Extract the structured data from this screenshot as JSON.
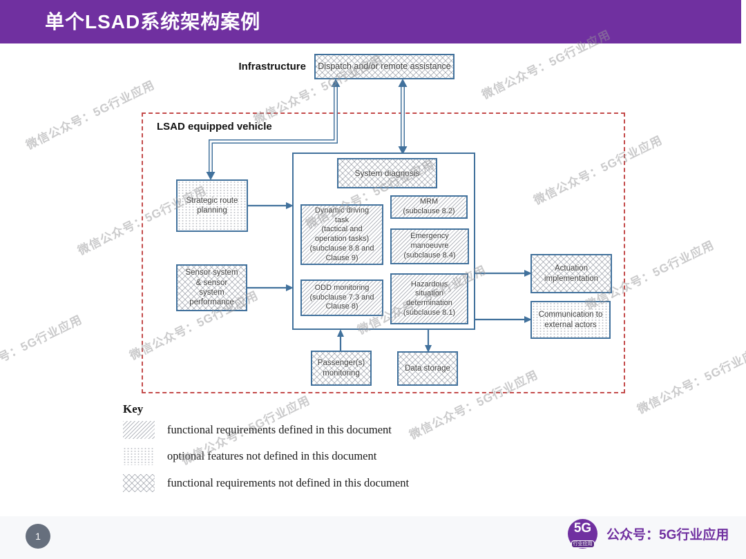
{
  "slide": {
    "title": "单个LSAD系统架构案例",
    "page_number": "1",
    "watermark": "微信公众号：5G行业应用"
  },
  "footer": {
    "logo_main": "5G",
    "logo_badge": "行业应用",
    "account": "公众号：5G行业应用"
  },
  "diagram": {
    "infrastructure_label": "Infrastructure",
    "vehicle_label": "LSAD equipped vehicle",
    "boxes": {
      "dispatch": {
        "label": "Dispatch and/or remote assistance",
        "pattern": "crosshatch"
      },
      "system_diagnosis": {
        "label": "System diagnosis",
        "pattern": "crosshatch"
      },
      "dynamic": {
        "label": "Dynamic driving\ntask\n(tactical and\noperation tasks)\n(subclause 8.8 and\nClause 9)",
        "pattern": "hatch"
      },
      "mrm": {
        "label": "MRM\n(subclause 8.2)",
        "pattern": "hatch"
      },
      "emergency": {
        "label": "Emergency\nmanoeuvre\n(subclause 8.4)",
        "pattern": "hatch"
      },
      "odd": {
        "label": "ODD monitoring\n(subclause 7.3 and\nClause 8)",
        "pattern": "hatch"
      },
      "hazardous": {
        "label": "Hazardous\nsituation\ndetermination\n(subclause 8.1)",
        "pattern": "hatch"
      },
      "strategic": {
        "label": "Strategic route\nplanning",
        "pattern": "dots"
      },
      "sensor": {
        "label": "Sensor system\n& sensor\nsystem\nperformance",
        "pattern": "crosshatch"
      },
      "actuation": {
        "label": "Actuation\nimplementation",
        "pattern": "crosshatch"
      },
      "communication": {
        "label": "Communication to\nexternal actors",
        "pattern": "dots"
      },
      "passenger": {
        "label": "Passenger(s)\nmonitoring",
        "pattern": "crosshatch"
      },
      "data_storage": {
        "label": "Data storage",
        "pattern": "crosshatch"
      }
    }
  },
  "key": {
    "title": "Key",
    "items": [
      {
        "pattern": "hatch",
        "label": "functional requirements defined in this document"
      },
      {
        "pattern": "dots",
        "label": "optional features not defined in this document"
      },
      {
        "pattern": "crosshatch",
        "label": "functional requirements not defined in this document"
      }
    ]
  },
  "colors": {
    "header_purple": "#7030A0",
    "box_border_blue": "#41719C",
    "arrow_blue": "#41719C",
    "vehicle_border_red": "#C34A4A",
    "page_circle_gray": "#666F7D"
  }
}
